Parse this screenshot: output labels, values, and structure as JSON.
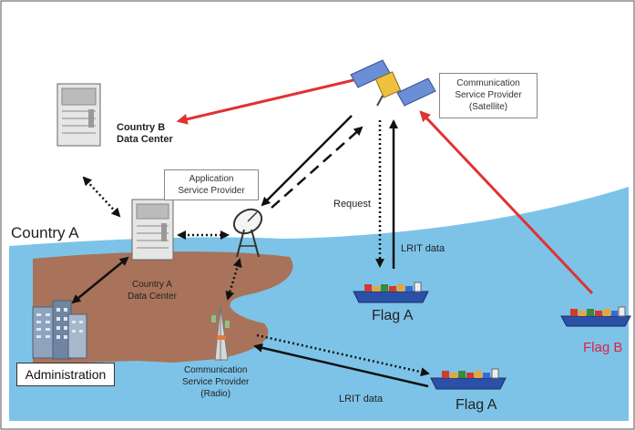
{
  "labels": {
    "country_b_dc": "Country B\nData Center",
    "country_a": "Country A",
    "asp": "Application\nService Provider",
    "csp_satellite": "Communication\nService Provider\n(Satellite)",
    "request": "Request",
    "lrit_data_top": "LRIT data",
    "country_a_dc": "Country A\nData Center",
    "administration": "Administration",
    "flag_a_mid": "Flag A",
    "flag_b": "Flag B",
    "csp_radio": "Communication\nService Provider\n(Radio)",
    "lrit_data_bottom": "LRIT data",
    "flag_a_bottom": "Flag A"
  },
  "colors": {
    "sea": "#7dc3e8",
    "land": "#a8735a",
    "red_arrow": "#e03232",
    "black_arrow": "#111111",
    "flag_b_text": "#e0204a"
  }
}
